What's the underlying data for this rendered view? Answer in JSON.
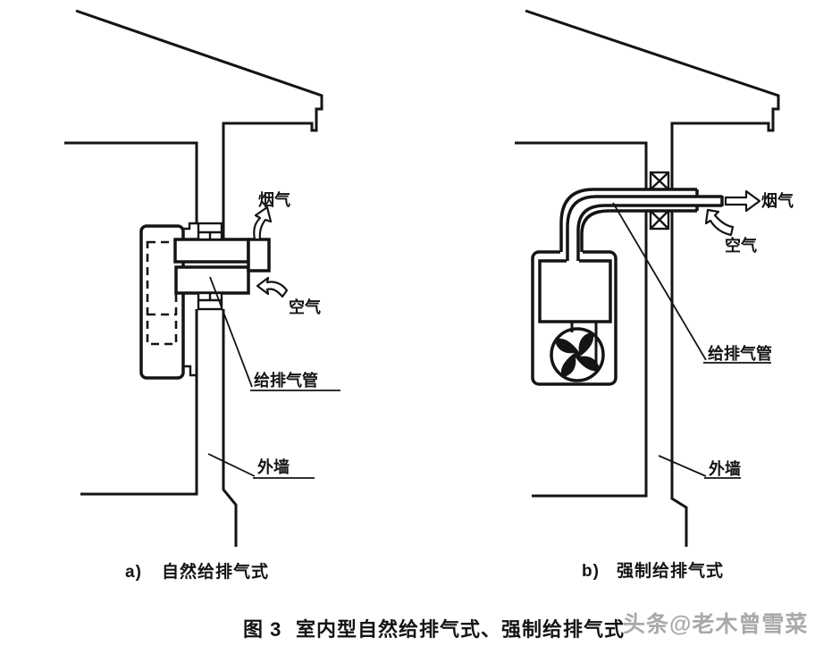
{
  "figure": {
    "number": "图 3",
    "title": "室内型自然给排气式、强制给排气式",
    "watermark": "头条@老木曾雪菜"
  },
  "panel_a": {
    "id": "a)",
    "name": "自然给排气式",
    "labels": {
      "flue": "烟气",
      "air": "空气",
      "pipe": "给排气管",
      "wall": "外墙"
    }
  },
  "panel_b": {
    "id": "b)",
    "name": "强制给排气式",
    "labels": {
      "flue": "烟气",
      "air": "空气",
      "pipe": "给排气管",
      "wall": "外墙"
    }
  },
  "colors": {
    "line": "#141414",
    "watermark": "#a9a9a9",
    "background": "#ffffff"
  }
}
